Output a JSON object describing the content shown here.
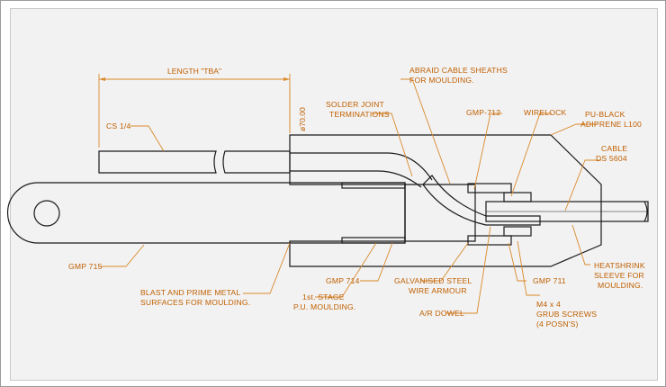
{
  "labels": {
    "length": "LENGTH \"TBA\"",
    "dia": "ø70.00",
    "cs": "CS 1/4",
    "solder_1": "SOLDER JOINT",
    "solder_2": "TERMINATIONS",
    "abraid_1": "ABRAID CABLE SHEATHS",
    "abraid_2": "FOR MOULDING.",
    "gmp712": "GMP-712",
    "wirelock": "WIRELOCK",
    "pu_1": "PU-BLACK",
    "pu_2": "ADIPRENE L100",
    "cable_1": "CABLE",
    "cable_2": "DS 5604",
    "gmp715": "GMP 715",
    "blast_1": "BLAST AND PRIME METAL",
    "blast_2": "SURFACES FOR MOULDING.",
    "gmp714": "GMP 714",
    "stage_1": "1st. STAGE",
    "stage_2": "P.U. MOULDING.",
    "galv_1": "GALVANISED STEEL",
    "galv_2": "WIRE ARMOUR",
    "dowel": "A/R DOWEL",
    "gmp711": "GMP 711",
    "m4_1": "M4 x 4",
    "m4_2": "GRUB SCREWS",
    "m4_3": "(4 POSN'S)",
    "heat_1": "HEATSHRINK",
    "heat_2": "SLEEVE FOR",
    "heat_3": "MOULDING."
  },
  "colors": {
    "label": "#c05f00",
    "leader": "#d98a2b",
    "outline": "#1a1a1a",
    "background": "#f2f2f2"
  }
}
